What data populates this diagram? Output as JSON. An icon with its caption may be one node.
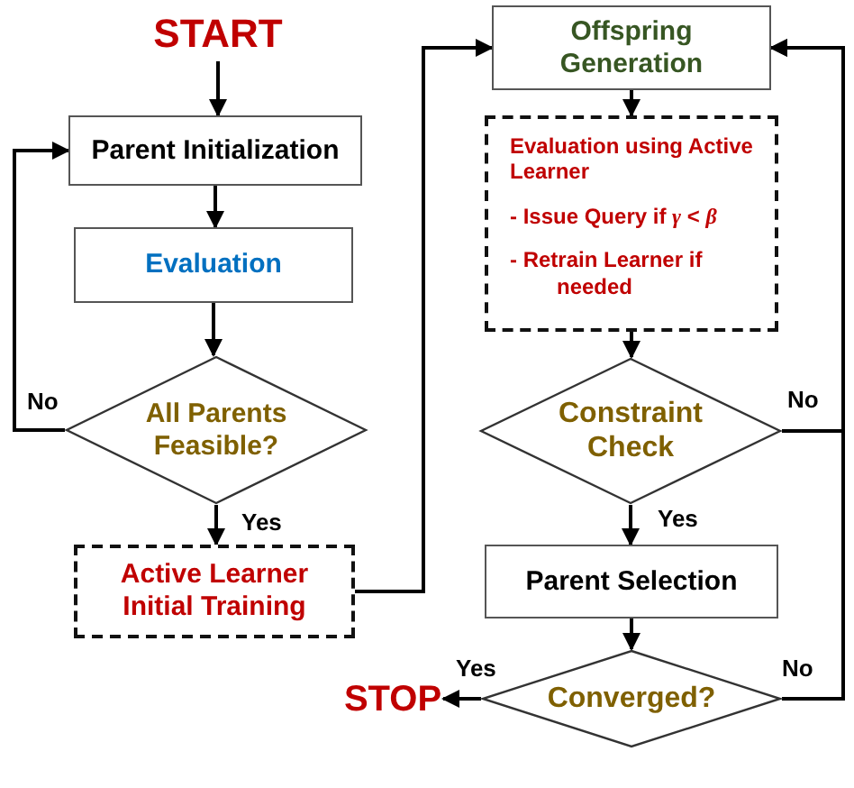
{
  "diagram": {
    "nodes": [
      {
        "text": [
          "START"
        ]
      },
      {
        "text": [
          "Parent Initialization"
        ]
      },
      {
        "text": [
          "Evaluation"
        ]
      },
      {
        "text": [
          "All Parents Feasible?"
        ]
      },
      {
        "text": [
          "Active Learner Initial Training"
        ]
      },
      {
        "text": [
          "Offspring Generation"
        ]
      },
      {
        "text": [
          "Evaluation using Active Learner",
          "- Issue Query if *γ* < *β*",
          "- Retrain Learner if needed"
        ]
      },
      {
        "text": [
          "Constraint Check"
        ]
      },
      {
        "text": [
          "Parent Selection"
        ]
      },
      {
        "text": [
          "Converged?"
        ]
      },
      {
        "text": [
          "STOP"
        ]
      }
    ],
    "edges": [
      {
        "from": 0,
        "to": 1,
        "arrow": "to"
      },
      {
        "from": 1,
        "to": 2,
        "arrow": "to"
      },
      {
        "from": 2,
        "to": 3,
        "arrow": "to"
      },
      {
        "from": 3,
        "to": 4,
        "arrow": "to",
        "label": "Yes"
      },
      {
        "from": 3,
        "to": 1,
        "arrow": "to",
        "label": "No"
      },
      {
        "from": 4,
        "to": 5,
        "arrow": "to"
      },
      {
        "from": 5,
        "to": 6,
        "arrow": "to"
      },
      {
        "from": 6,
        "to": 7,
        "arrow": "to"
      },
      {
        "from": 7,
        "to": 8,
        "arrow": "to",
        "label": "Yes"
      },
      {
        "from": 7,
        "to": 5,
        "arrow": "to",
        "label": "No"
      },
      {
        "from": 8,
        "to": 9,
        "arrow": "to"
      },
      {
        "from": 9,
        "to": 10,
        "arrow": "to",
        "label": "Yes"
      },
      {
        "from": 9,
        "to": 5,
        "arrow": "to",
        "label": "No"
      }
    ]
  }
}
